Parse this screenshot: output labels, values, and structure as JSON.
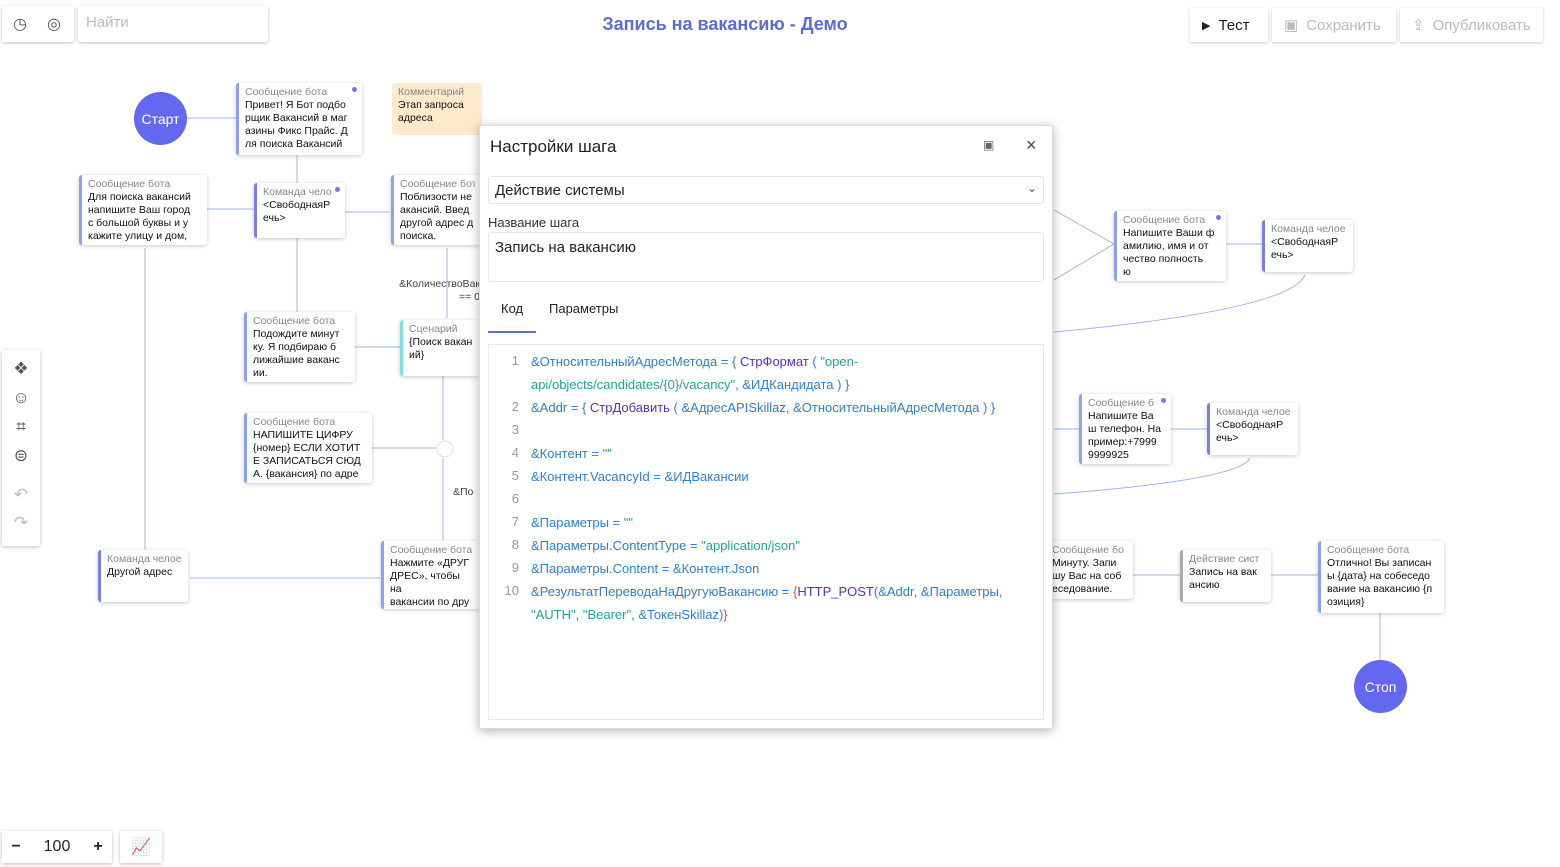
{
  "header": {
    "title": "Запись на вакансию - Демо",
    "search_placeholder": "Найти",
    "test": "Тест",
    "save": "Сохранить",
    "publish": "Опубликовать"
  },
  "nodes": {
    "start": "Старт",
    "stop": "Стоп",
    "n1": {
      "h": "Сообщение бота",
      "b": "Привет! Я Бот подбо\nрщик Вакансий в маг\nазины Фикс Прайс. Д\nля поиска Вакансий"
    },
    "comment": {
      "h": "Комментарий",
      "b": "Этап запроса\nадреса"
    },
    "n2": {
      "h": "Сообщение бота",
      "b": "Для поиска вакансий\nнапишите Ваш город\nс большой буквы и у\nкажите улицу и дом,"
    },
    "n3": {
      "h": "Команда чело",
      "b": "<СвободнаяР\nечь>"
    },
    "n4": {
      "h": "Сообщение бота",
      "b": "Поблизости не\nакансий. Введ\nдругой адрес д\nпоиска."
    },
    "cond1": "&КоличествоВак\n== 0",
    "n5": {
      "h": "Сообщение бота",
      "b": "Подождите минут\nку. Я подбираю б\nлижайшие ваканс\nии."
    },
    "n6": {
      "h": "Сценарий",
      "b": "{Поиск вакан\nий}"
    },
    "n7": {
      "h": "Сообщение бота",
      "b": "НАПИШИТЕ ЦИФРУ\n{номер} ЕСЛИ ХОТИТ\nЕ ЗАПИСАТЬСЯ СЮД\nА. {вакансия} по адре"
    },
    "cond2": "&По",
    "n8": {
      "h": "Команда челое",
      "b": "Другой адрес"
    },
    "n9": {
      "h": "Сообщение бота",
      "b": "Нажмите «ДРУГ\nДРЕС», чтобы на\nвакансии по дру\nадресу"
    },
    "n10": {
      "h": "Сообщение бота",
      "b": "Напишите Ваши ф\nамилию, имя и от\nчество полность\nю"
    },
    "n11": {
      "h": "Команда челое",
      "b": "<СвободнаяР\nечь>"
    },
    "n12": {
      "h": "Сообщение б",
      "b": "Напишите Ва\nш телефон. На\nпример:+7999\n9999925"
    },
    "n13": {
      "h": "Команда челое",
      "b": "<СвободнаяР\nечь>"
    },
    "n14": {
      "h": "Сообщение бо",
      "b": "Минуту. Запи\nшу Вас на соб\nеседование."
    },
    "n15": {
      "h": "Действие сист",
      "b": "Запись на вак\nансию"
    },
    "n16": {
      "h": "Сообщение бота",
      "b": "Отлично! Вы записан\nы {дата} на собеседо\nвание на вакансию {п\nозиция}"
    }
  },
  "modal": {
    "title": "Настройки шага",
    "action_type": "Действие системы",
    "name_label": "Название шага",
    "name_value": "Запись на вакансию",
    "tab_code": "Код",
    "tab_params": "Параметры"
  },
  "code_lines": [
    "1",
    "2",
    "3",
    "4",
    "5",
    "6",
    "7",
    "8",
    "9",
    "10"
  ],
  "zoom": {
    "value": "100"
  }
}
